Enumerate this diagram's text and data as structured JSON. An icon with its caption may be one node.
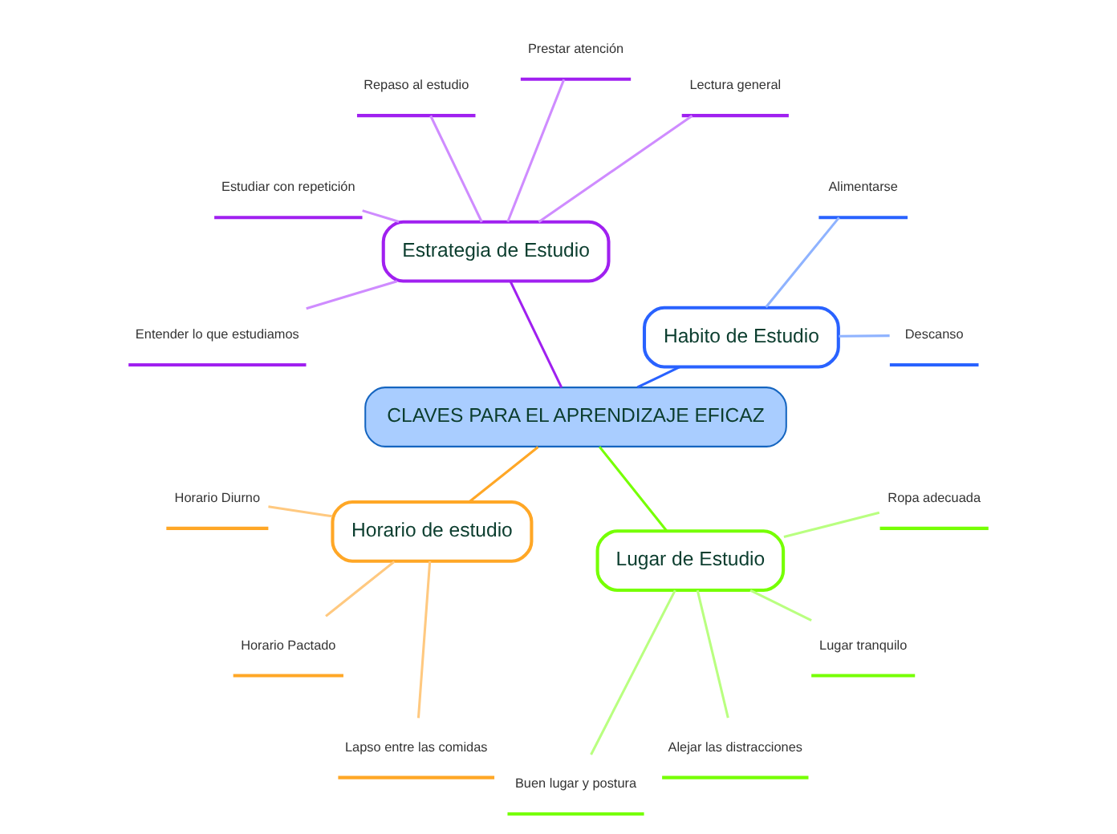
{
  "diagram": {
    "nodes": [
      {
        "text": [
          "CLAVES PARA EL APRENDIZAJE EFICAZ"
        ]
      },
      {
        "text": [
          "Habito de Estudio"
        ]
      },
      {
        "text": [
          "Descanso"
        ]
      },
      {
        "text": [
          "Alimentarse"
        ]
      },
      {
        "text": [
          "Estrategia de Estudio"
        ]
      },
      {
        "text": [
          "Lectura general"
        ]
      },
      {
        "text": [
          "Prestar atención"
        ]
      },
      {
        "text": [
          "Repaso al estudio"
        ]
      },
      {
        "text": [
          "Estudiar con repetición"
        ]
      },
      {
        "text": [
          "Entender lo que estudiamos"
        ]
      },
      {
        "text": [
          "Horario de estudio"
        ]
      },
      {
        "text": [
          "Horario Diurno"
        ]
      },
      {
        "text": [
          "Horario Pactado"
        ]
      },
      {
        "text": [
          "Lapso entre las comidas"
        ]
      },
      {
        "text": [
          "Lugar de Estudio"
        ]
      },
      {
        "text": [
          "Buen lugar y postura"
        ]
      },
      {
        "text": [
          "Alejar las distracciones"
        ]
      },
      {
        "text": [
          "Lugar tranquilo"
        ]
      },
      {
        "text": [
          "Ropa adecuada"
        ]
      }
    ],
    "edges": [
      {
        "from": 0,
        "to": 1,
        "arrow": "none",
        "color": "#2962ff"
      },
      {
        "from": 1,
        "to": 2,
        "arrow": "none",
        "color": "#8fb3ff"
      },
      {
        "from": 1,
        "to": 3,
        "arrow": "none",
        "color": "#8fb3ff"
      },
      {
        "from": 0,
        "to": 4,
        "arrow": "none",
        "color": "#a020f0"
      },
      {
        "from": 4,
        "to": 5,
        "arrow": "none",
        "color": "#cf8cff"
      },
      {
        "from": 4,
        "to": 6,
        "arrow": "none",
        "color": "#cf8cff"
      },
      {
        "from": 4,
        "to": 7,
        "arrow": "none",
        "color": "#cf8cff"
      },
      {
        "from": 4,
        "to": 8,
        "arrow": "none",
        "color": "#cf8cff"
      },
      {
        "from": 4,
        "to": 9,
        "arrow": "none",
        "color": "#cf8cff"
      },
      {
        "from": 0,
        "to": 10,
        "arrow": "none",
        "color": "#ffa726"
      },
      {
        "from": 10,
        "to": 11,
        "arrow": "none",
        "color": "#ffc980"
      },
      {
        "from": 10,
        "to": 12,
        "arrow": "none",
        "color": "#ffc980"
      },
      {
        "from": 10,
        "to": 13,
        "arrow": "none",
        "color": "#ffc980"
      },
      {
        "from": 0,
        "to": 14,
        "arrow": "none",
        "color": "#76ff03"
      },
      {
        "from": 14,
        "to": 15,
        "arrow": "none",
        "color": "#b9ff80"
      },
      {
        "from": 14,
        "to": 16,
        "arrow": "none",
        "color": "#b9ff80"
      },
      {
        "from": 14,
        "to": 17,
        "arrow": "none",
        "color": "#b9ff80"
      },
      {
        "from": 14,
        "to": 18,
        "arrow": "none",
        "color": "#b9ff80"
      }
    ]
  }
}
